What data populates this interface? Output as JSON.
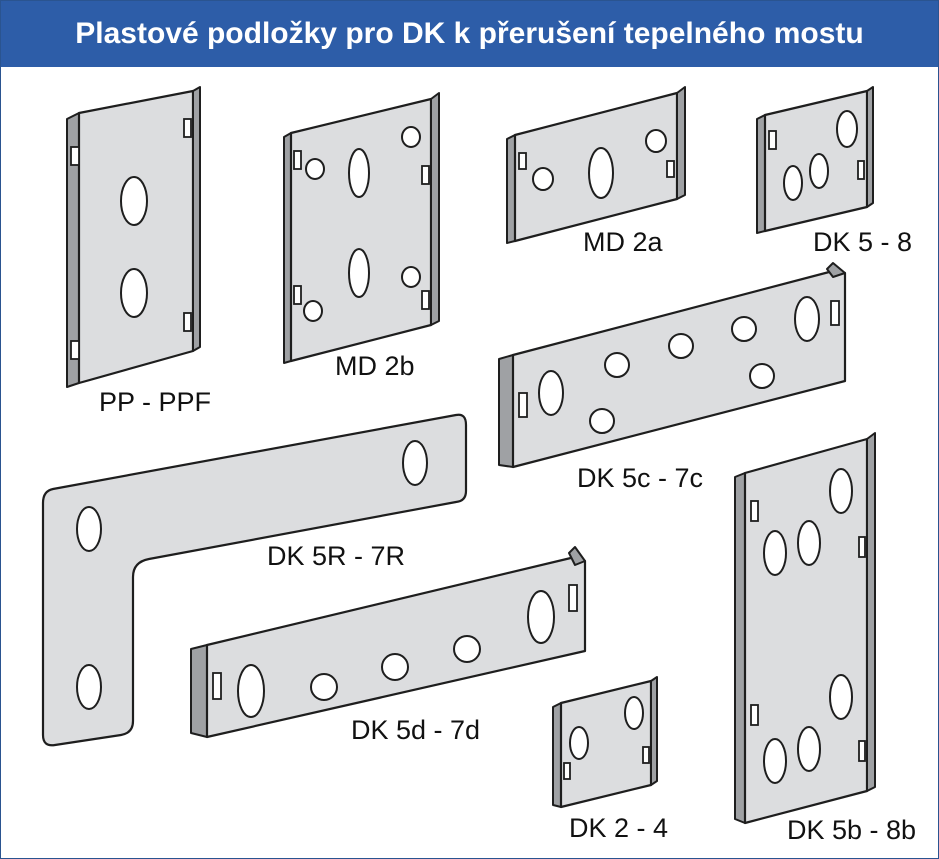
{
  "title": "Plastové podložky pro DK k přerušení tepelného mostu",
  "parts": {
    "pp_ppf": "PP - PPF",
    "md2b": "MD 2b",
    "md2a": "MD 2a",
    "dk5_8": "DK 5 - 8",
    "dk5c_7c": "DK 5c - 7c",
    "dk5r_7r": "DK 5R - 7R",
    "dk5d_7d": "DK 5d - 7d",
    "dk2_4": "DK 2 - 4",
    "dk5b_8b": "DK 5b - 8b"
  },
  "colors": {
    "header_background": "#2d5da8",
    "header_text": "#ffffff",
    "plate_fill": "#dcdddf",
    "plate_edge": "#9fa1a4",
    "outline": "#1e1e1e"
  }
}
